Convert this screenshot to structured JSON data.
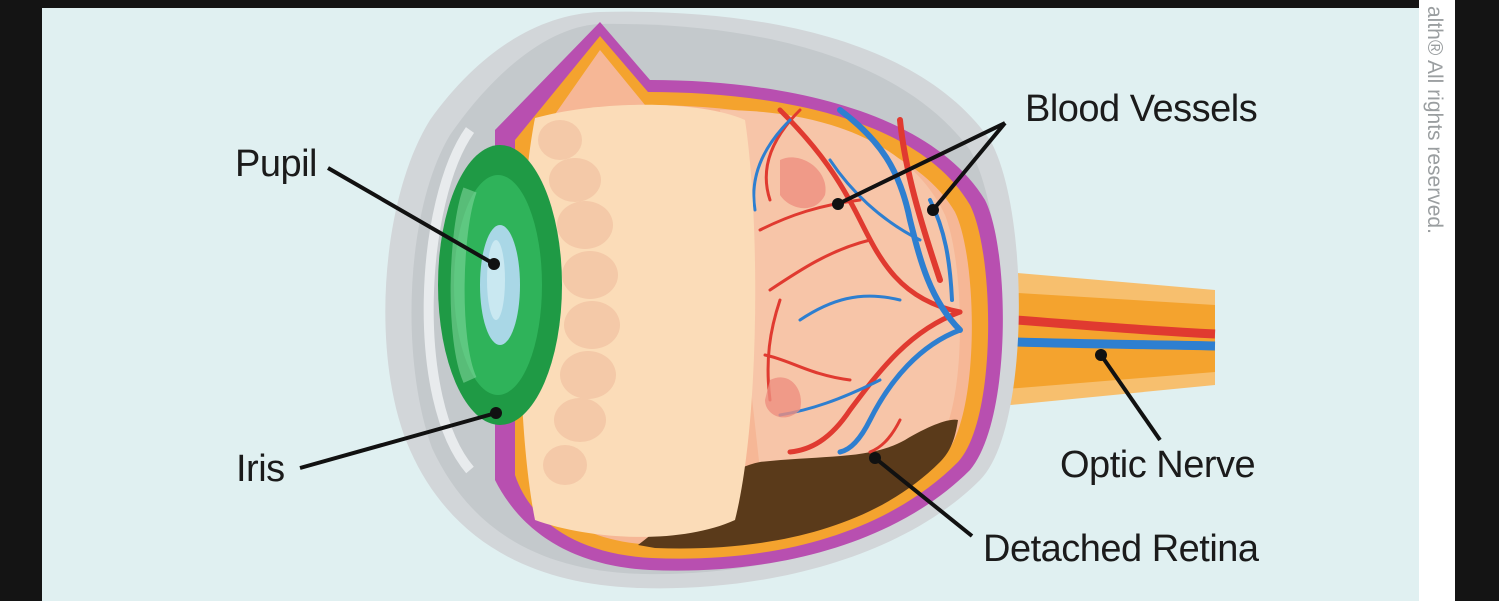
{
  "labels": {
    "pupil": "Pupil",
    "iris": "Iris",
    "blood_vessels": "Blood Vessels",
    "optic_nerve": "Optic Nerve",
    "detached_retina": "Detached Retina"
  },
  "watermark": "alth® All rights reserved.",
  "colors": {
    "background": "#e0f0f1",
    "frame": "#141414",
    "sclera": "#d2d6d9",
    "choroid": "#b84fb0",
    "retina": "#f4a32e",
    "lens": "#fbdcb8",
    "iris": "#1f9a45",
    "pupil": "#a9d7e6",
    "artery": "#e03a30",
    "vein": "#2e7fd0",
    "detached_retina": "#5a3a1a",
    "leader_line": "#111111"
  }
}
